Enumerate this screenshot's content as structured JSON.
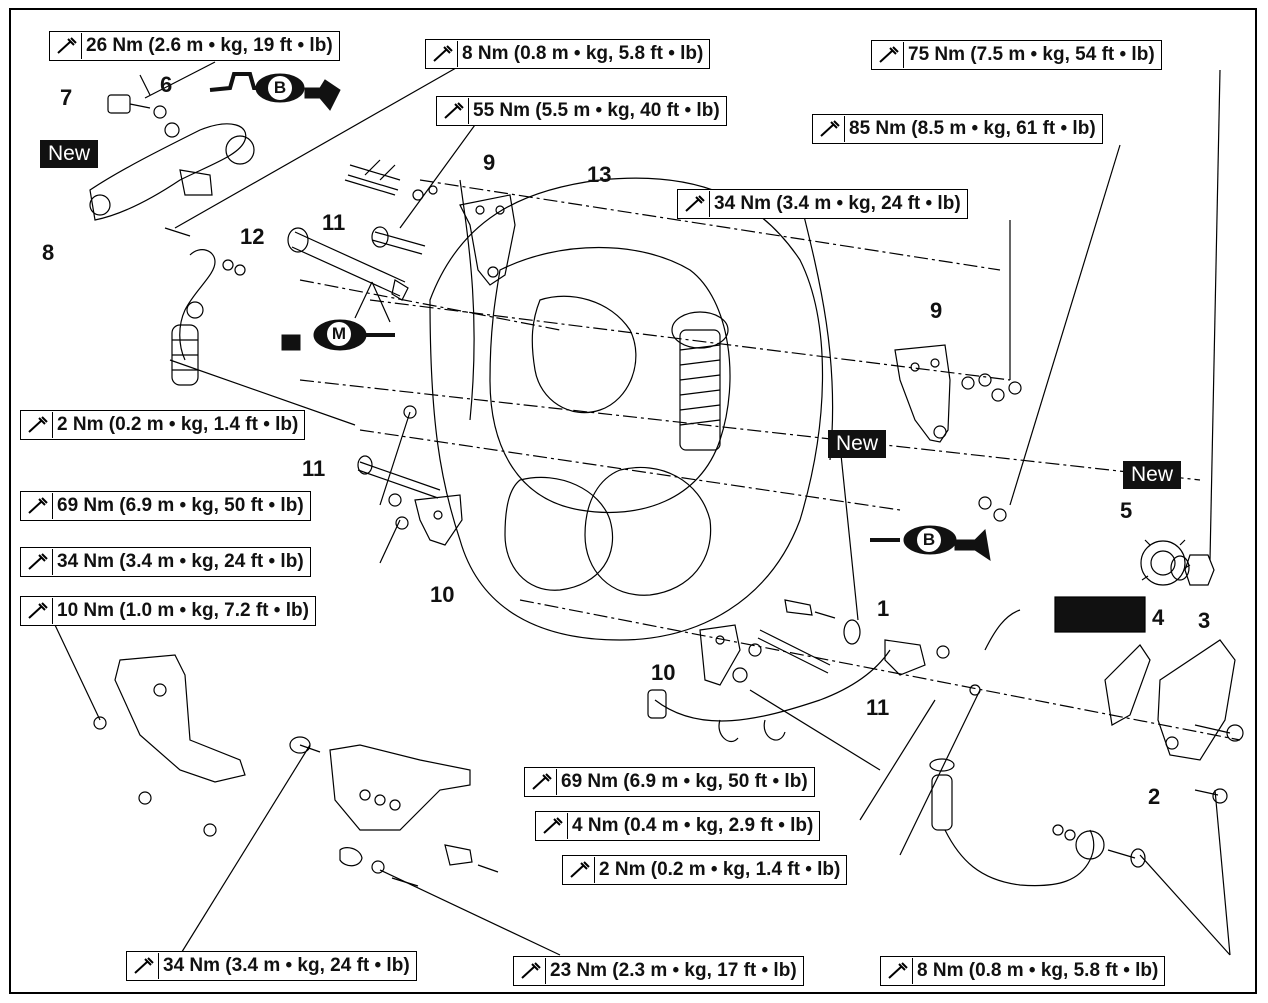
{
  "torque_labels": [
    "26 Nm (2.6 m • kg, 19 ft • lb)",
    "8 Nm (0.8 m • kg, 5.8 ft • lb)",
    "55 Nm (5.5 m • kg, 40 ft • lb)",
    "75 Nm (7.5 m • kg, 54 ft • lb)",
    "85 Nm (8.5 m • kg, 61 ft • lb)",
    "34 Nm (3.4 m • kg, 24 ft • lb)",
    "2 Nm (0.2 m • kg, 1.4 ft • lb)",
    "69 Nm (6.9 m • kg, 50 ft • lb)",
    "34 Nm (3.4 m • kg, 24 ft • lb)",
    "10 Nm (1.0 m • kg, 7.2 ft • lb)",
    "69 Nm (6.9 m • kg, 50 ft • lb)",
    "4 Nm (0.4 m • kg, 2.9 ft • lb)",
    "2 Nm (0.2 m • kg, 1.4 ft • lb)",
    "34 Nm (3.4 m • kg, 24 ft • lb)",
    "23 Nm (2.3 m • kg, 17 ft • lb)",
    "8 Nm (0.8 m • kg, 5.8 ft • lb)"
  ],
  "part_numbers": [
    "7",
    "6",
    "8",
    "12",
    "11",
    "9",
    "13",
    "9",
    "11",
    "10",
    "10",
    "11",
    "1",
    "5",
    "4",
    "3",
    "2"
  ],
  "new_tag": "New",
  "lube_letters": {
    "grease_b": "B",
    "moly": "M"
  },
  "icons": {
    "torque": "wrench-icon",
    "lubricant": "lubricant-applicator-icon",
    "sealant": "sealant-icon"
  }
}
